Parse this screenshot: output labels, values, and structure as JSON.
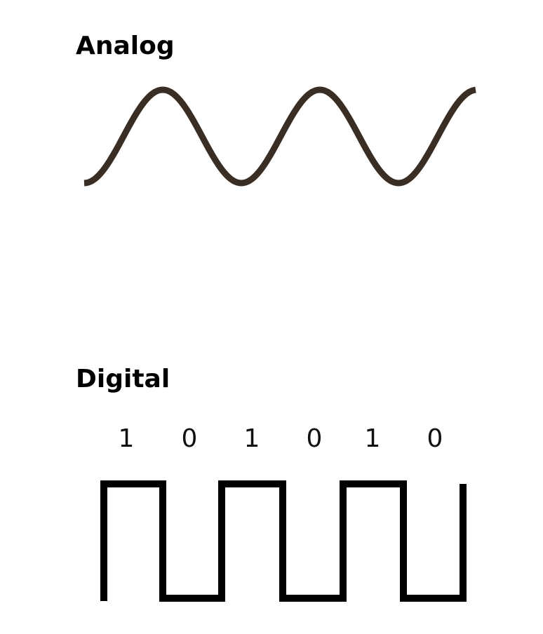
{
  "analog": {
    "title": "Analog",
    "wave_color": "#3a2e24"
  },
  "digital": {
    "title": "Digital",
    "bits": [
      "1",
      "0",
      "1",
      "0",
      "1",
      "0"
    ],
    "wave_color": "#000000"
  }
}
